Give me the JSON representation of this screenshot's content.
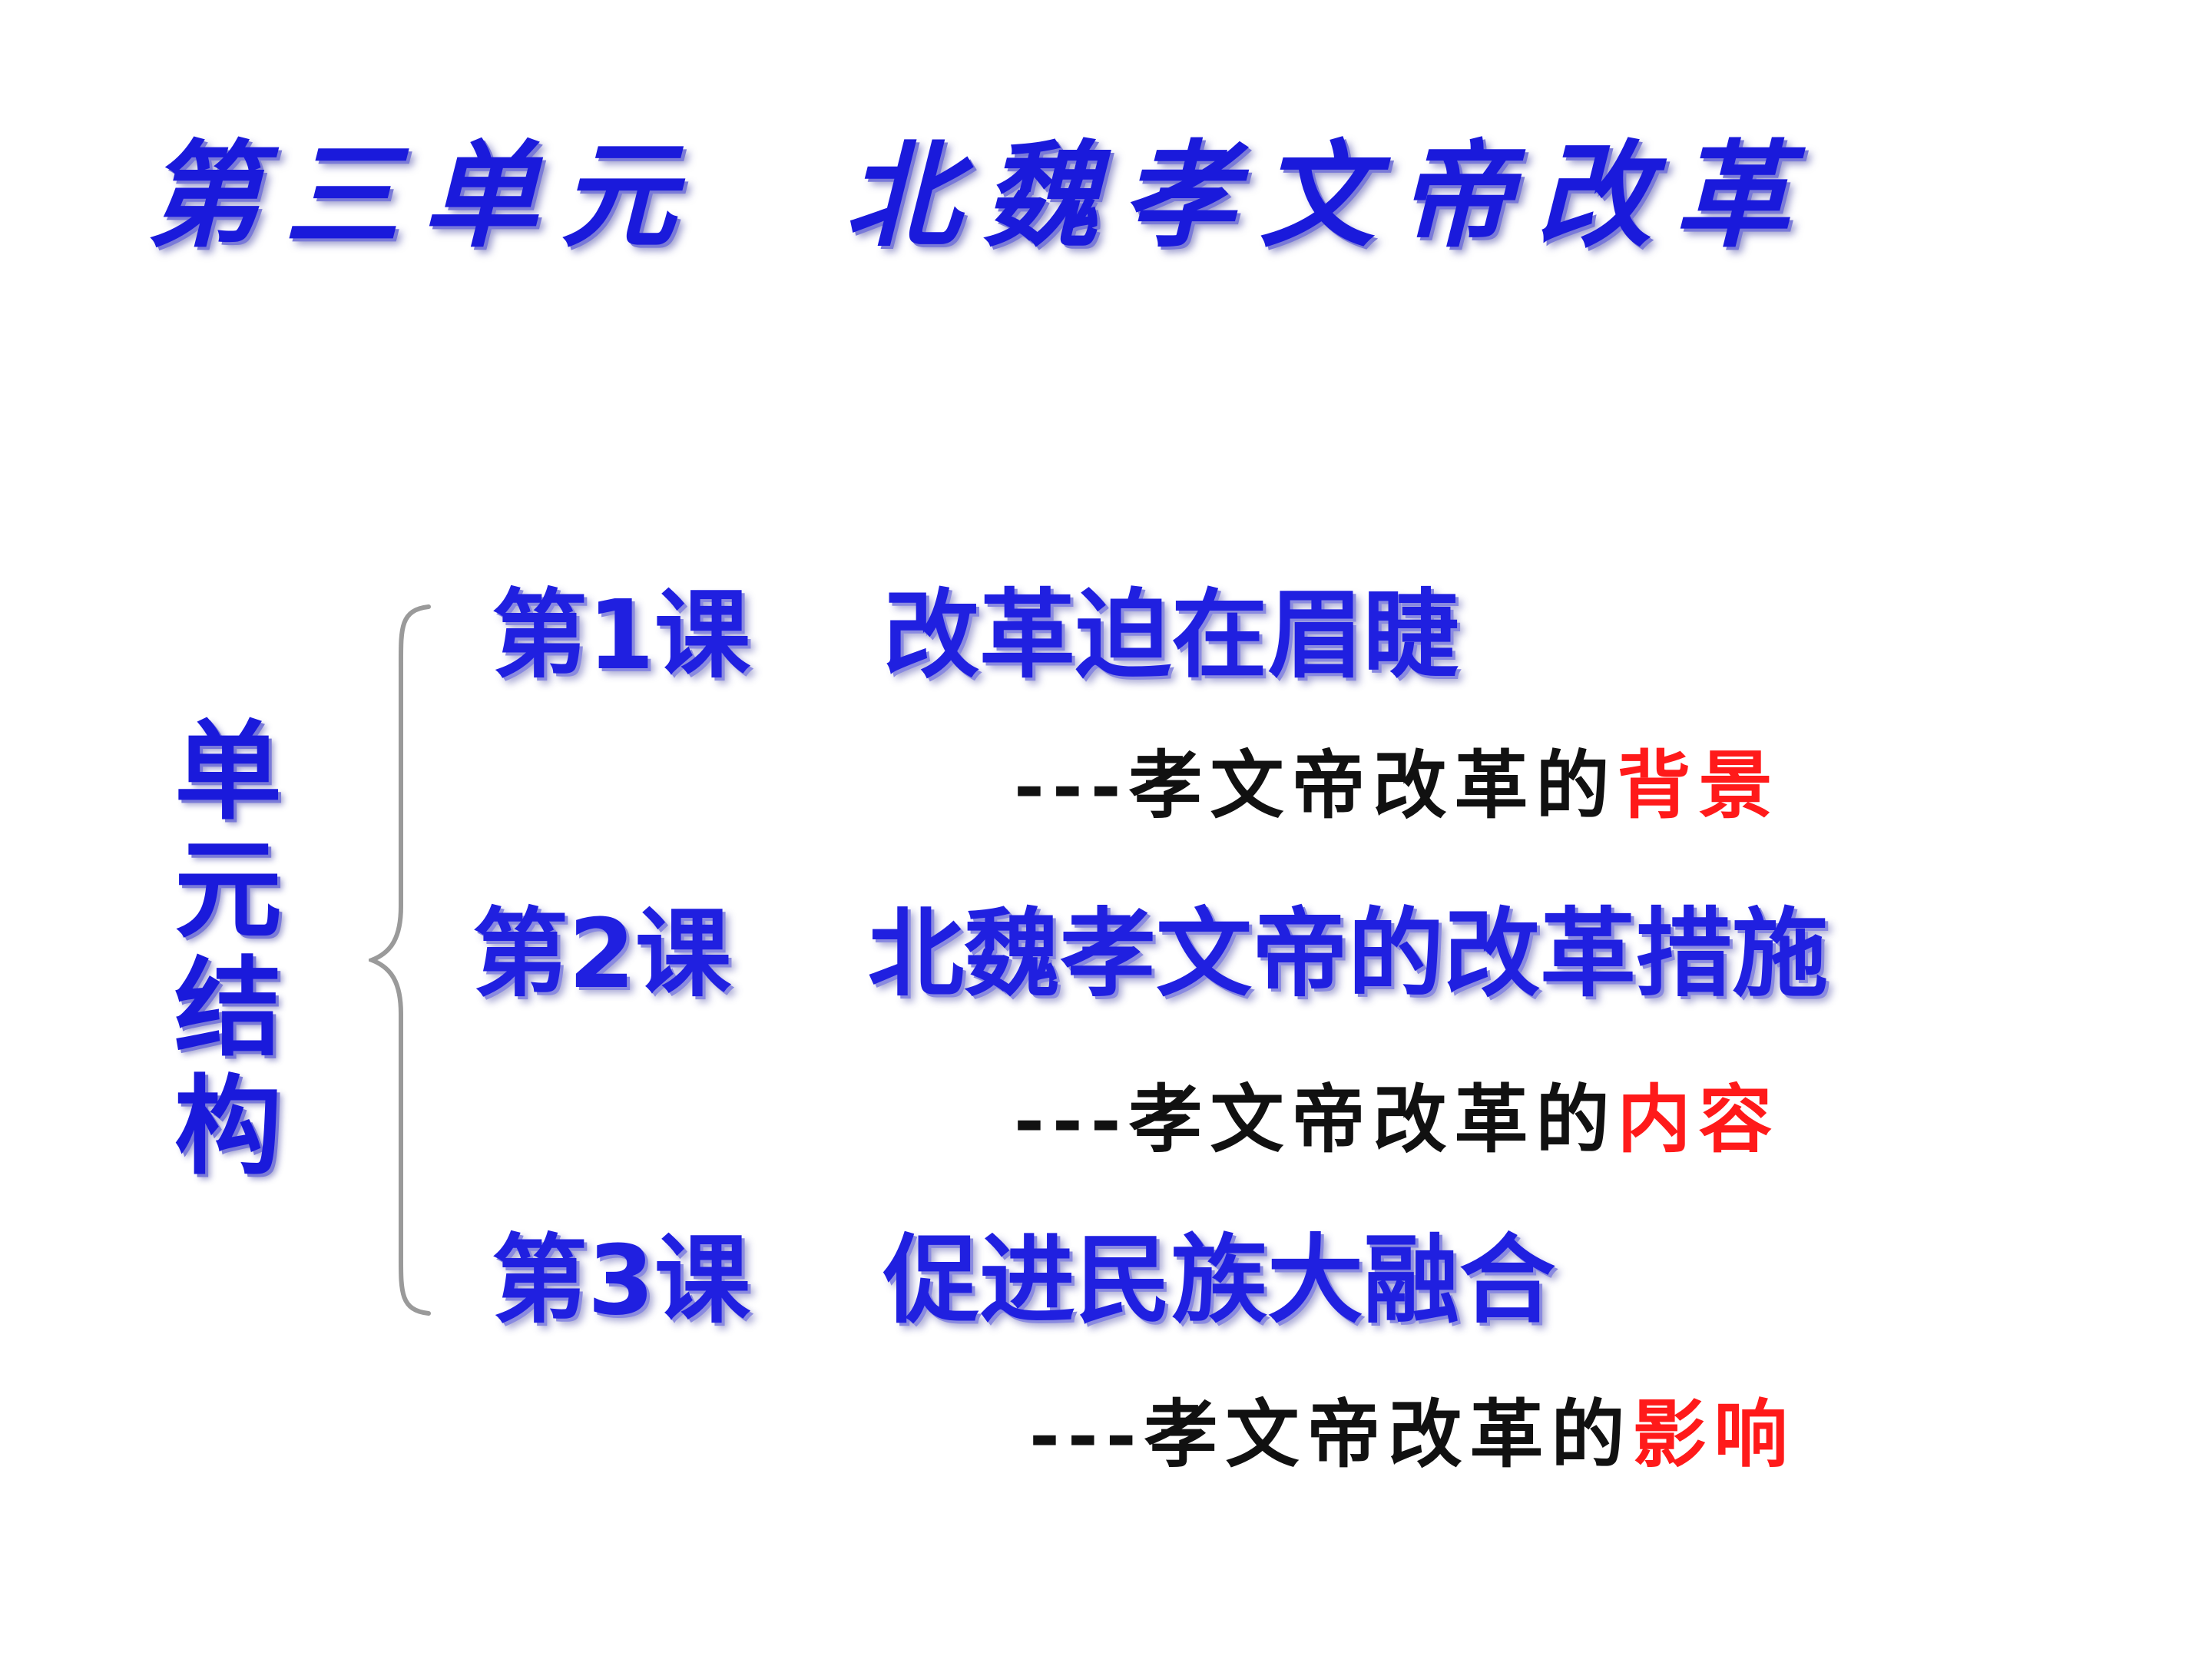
{
  "title": {
    "unit": "第三单元",
    "topic": "北魏孝文帝改革"
  },
  "side_label": "单元结构",
  "lessons": [
    {
      "number": "第1课",
      "name": "改革迫在眉睫",
      "sub_prefix": "---孝文帝改革的",
      "sub_highlight": "背景"
    },
    {
      "number": "第2课",
      "name": "北魏孝文帝的改革措施",
      "sub_prefix": "---孝文帝改革的",
      "sub_highlight": "内容"
    },
    {
      "number": "第3课",
      "name": "促进民族大融合",
      "sub_prefix": "---孝文帝改革的",
      "sub_highlight": "影响"
    }
  ],
  "colors": {
    "title_blue": "#1a1adb",
    "lesson_blue": "#2020e0",
    "highlight_red": "#ff1a1a",
    "brace_gray": "#9a9a9a"
  }
}
